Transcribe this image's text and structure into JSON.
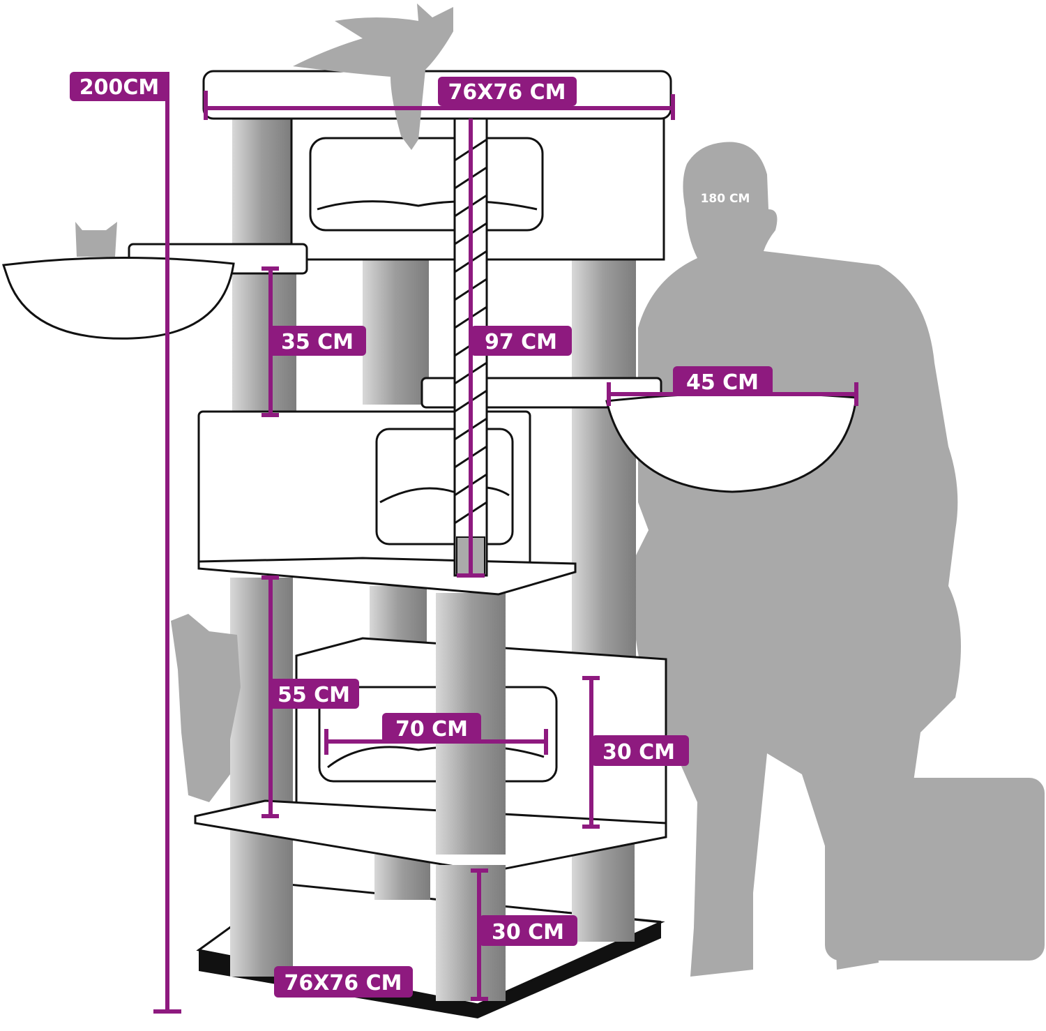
{
  "title": "Cat tree dimensions",
  "colors": {
    "accent": "#8e1a7f",
    "silhouette": "#a9a9a9"
  },
  "dimensions": {
    "total_height": "200CM",
    "top_platform": "76X76 CM",
    "upper_post": "35 CM",
    "rope": "97 CM",
    "hammock": "45 CM",
    "middle_post": "55 CM",
    "bed_width": "70 CM",
    "lower_box": "30 CM",
    "base_post": "30 CM",
    "base": "76X76 CM"
  },
  "person_height": "180 CM"
}
